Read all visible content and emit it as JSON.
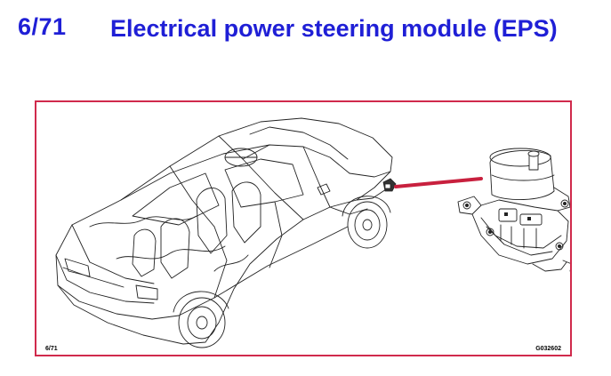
{
  "header": {
    "page_number": "6/71",
    "title": "Electrical power steering module (EPS)"
  },
  "figure": {
    "ref_left": "6/71",
    "ref_right": "G032602",
    "frame_color": "#d02a4c",
    "pointer_color": "#c8203e",
    "heading_color": "#1f1fd6"
  }
}
